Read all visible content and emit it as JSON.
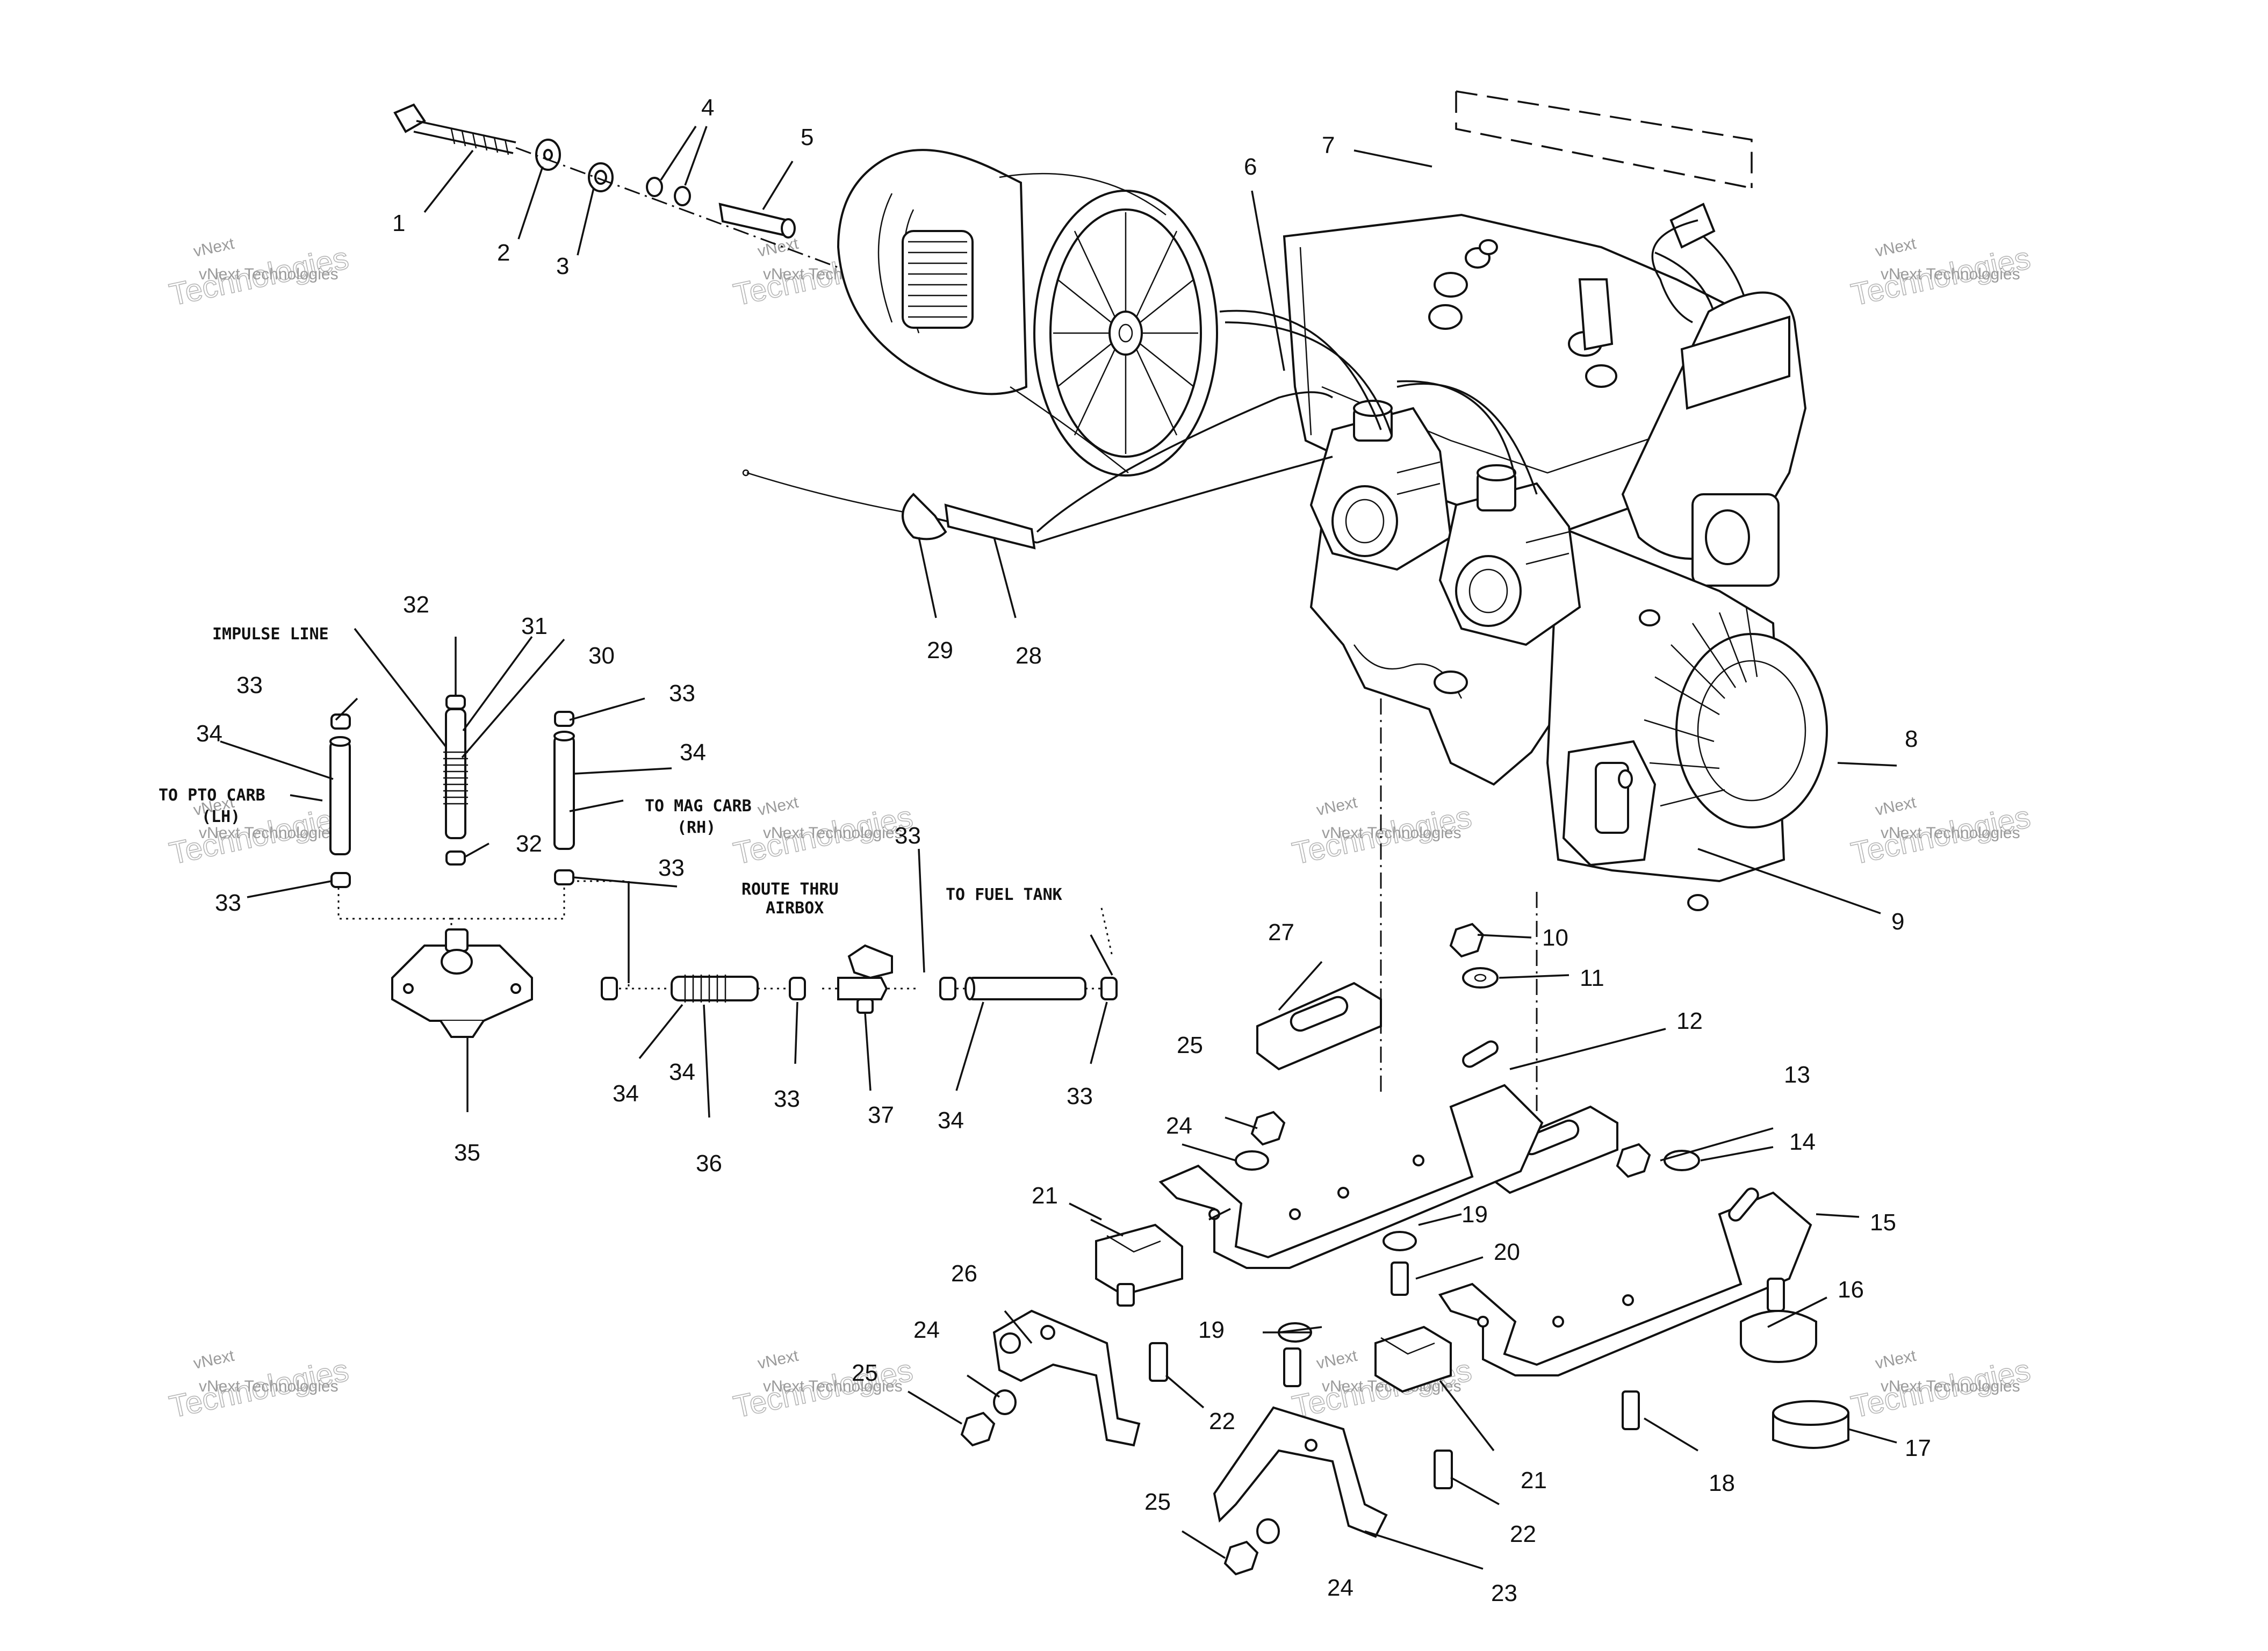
{
  "diagram": {
    "callout_numbers": [
      "1",
      "2",
      "3",
      "4",
      "5",
      "6",
      "7",
      "8",
      "9",
      "10",
      "11",
      "12",
      "13",
      "14",
      "15",
      "16",
      "17",
      "18",
      "19",
      "19",
      "20",
      "21",
      "21",
      "22",
      "22",
      "23",
      "24",
      "24",
      "24",
      "25",
      "25",
      "25",
      "26",
      "27",
      "28",
      "29",
      "30",
      "31",
      "32",
      "32",
      "33",
      "33",
      "33",
      "33",
      "33",
      "33",
      "33",
      "34",
      "34",
      "34",
      "34",
      "34",
      "35",
      "36",
      "37"
    ],
    "text_callouts": {
      "impulse_line": "IMPULSE LINE",
      "to_pto_carb": "TO PTO CARB",
      "to_pto_carb_side": "(LH)",
      "to_mag_carb": "TO MAG CARB",
      "to_mag_carb_side": "(RH)",
      "route_thru": "ROUTE THRU",
      "airbox": "AIRBOX",
      "to_fuel_tank": "TO FUEL TANK"
    },
    "watermark": {
      "company": "vNext Technologies",
      "large_text": "Technologies",
      "small_prefix": "vNext"
    }
  }
}
